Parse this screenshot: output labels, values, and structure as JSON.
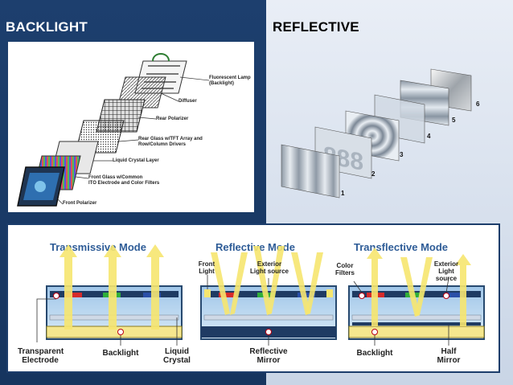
{
  "slide": {
    "left_heading": "BACKLIGHT",
    "right_heading": "REFLECTIVE",
    "colors": {
      "navy": "#1d3f6e",
      "title_blue": "#2e5c97",
      "arrow_yellow": "#f4e36a"
    }
  },
  "backlight_diagram": {
    "labels": {
      "lamp": "Fluorescent Lamp\n(Backlight)",
      "diffuser": "Diffuser",
      "rear_polarizer": "Rear Polarizer",
      "rear_glass": "Rear Glass w/TFT Array and\nRow/Column Drivers",
      "liquid_crystal": "Liquid Crystal Layer",
      "front_glass": "Front Glass w/Common\nITO Electrode and Color Filters",
      "front_polarizer": "Front Polarizer"
    }
  },
  "reflective_diagram": {
    "layer_numbers": [
      "1",
      "2",
      "3",
      "4",
      "5",
      "6"
    ],
    "segment_display": "888"
  },
  "modes": {
    "titles": {
      "transmissive": "Transmissive Mode",
      "reflective": "Reflective Mode",
      "transflective": "Transflective Mode"
    },
    "labels": {
      "transparent_electrode": "Transparent\nElectrode",
      "backlight_1": "Backlight",
      "liquid_crystal": "Liquid\nCrystal",
      "front_light": "Front\nLight",
      "exterior_light_1": "Exterior\nLight source",
      "reflective_mirror": "Reflective\nMirror",
      "color_filters": "Color\nFilters",
      "exterior_light_2": "Exterior\nLight\nsource",
      "backlight_2": "Backlight",
      "half_mirror": "Half\nMirror"
    }
  }
}
